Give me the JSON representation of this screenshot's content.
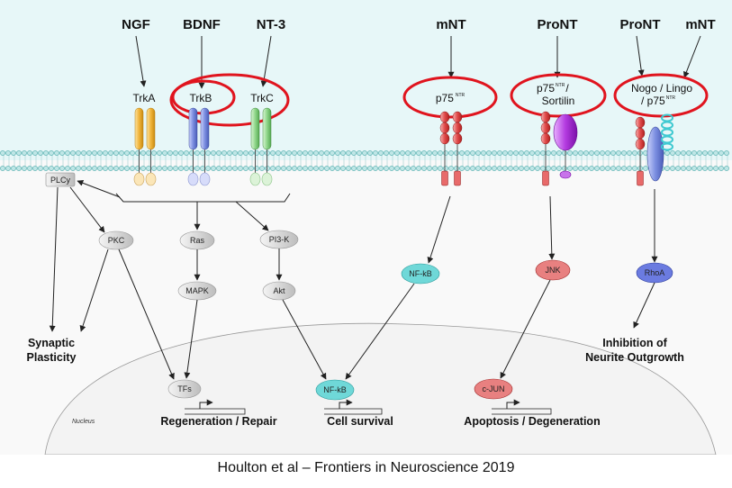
{
  "ligands": {
    "ngf": "NGF",
    "bdnf": "BDNF",
    "nt3": "NT-3",
    "mnt1": "mNT",
    "pront1": "ProNT",
    "pront2": "ProNT",
    "mnt2": "mNT"
  },
  "receptors": {
    "trka": "TrkA",
    "trkb": "TrkB",
    "trkc": "TrkC",
    "p75": "p75",
    "p75_sup": "NTR",
    "p75s_line1": "p75",
    "p75s_sup": "NTR",
    "p75s_slash": "/",
    "p75s_line2": "Sortilin",
    "nogo_line1": "Nogo / Lingo",
    "nogo_line2": "/ p75",
    "nogo_sup": "NTR"
  },
  "nodes": {
    "plcy": "PLCy",
    "pkc": "PKC",
    "ras": "Ras",
    "pi3k": "PI3-K",
    "mapk": "MAPK",
    "akt": "Akt",
    "nfkb_cyto": "NF-kB",
    "jnk": "JNK",
    "rhoa": "RhoA",
    "tfs": "TFs",
    "nfkb_nuc": "NF-kB",
    "cjun": "c-JUN"
  },
  "outcomes": {
    "synaptic_1": "Synaptic",
    "synaptic_2": "Plasticity",
    "inhibition_1": "Inhibition of",
    "inhibition_2": "Neurite Outgrowth",
    "regeneration": "Regeneration / Repair",
    "survival": "Cell survival",
    "apoptosis": "Apoptosis / Degeneration"
  },
  "nucleus_label": "Nucleus",
  "caption": "Houlton et al – Frontiers in Neuroscience 2019",
  "colors": {
    "extracellular": "#e6f7f8",
    "membrane_head": "#bfe6e6",
    "membrane_head_stroke": "#4aa9a9",
    "highlight_ring": "#e0141e",
    "trka": "#f0b43a",
    "trkb": "#7b8ee0",
    "trkc": "#8fd68a",
    "p75": "#e04a4a",
    "sortilin": "#b43be0",
    "nogo": "#5b6ee0",
    "lingo": "#3fc9d1",
    "gray_node": "#d6d6d6",
    "teal_node": "#6fd8d8",
    "red_node": "#e06b6b",
    "blue_node": "#6b7be0"
  }
}
